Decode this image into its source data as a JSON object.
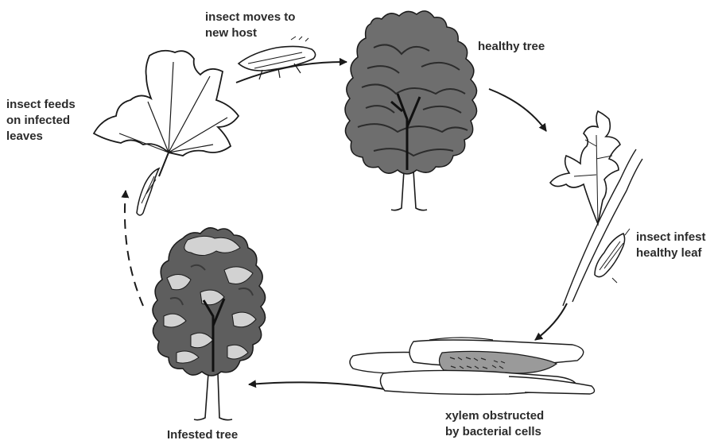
{
  "labels": {
    "insect_moves": "insect moves to\nnew host",
    "healthy_tree": "healthy tree",
    "insect_feeds": "insect feeds\non infected\nleaves",
    "insect_infest": "insect infest\nhealthy leaf",
    "xylem": "xylem obstructed\nby bacterial cells",
    "infested_tree": "Infested tree"
  },
  "colors": {
    "canopy_healthy": "#6e6e6e",
    "canopy_dark": "#454545",
    "canopy_light": "#d2d2d2",
    "outline": "#1a1a1a",
    "text": "#2b2b2b"
  }
}
